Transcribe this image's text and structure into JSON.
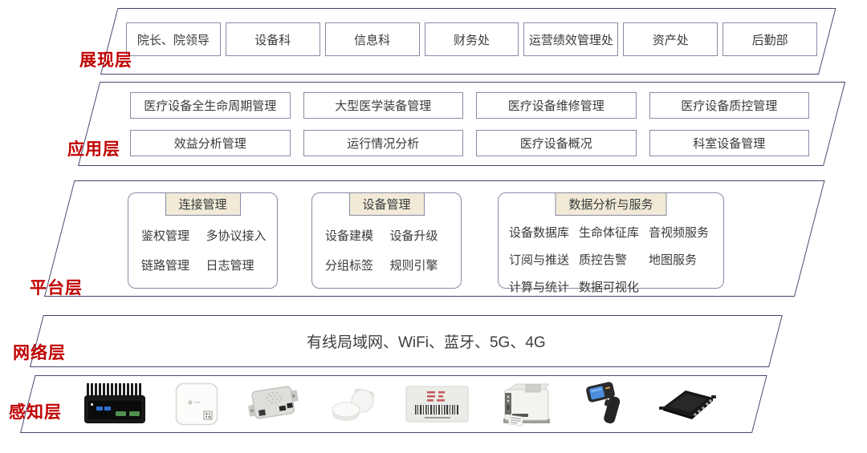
{
  "presentation": {
    "label": "展现层",
    "departments": [
      "院长、院领导",
      "设备科",
      "信息科",
      "财务处",
      "运营绩效管理处",
      "资产处",
      "后勤部"
    ]
  },
  "application": {
    "label": "应用层",
    "row1": [
      "医疗设备全生命周期管理",
      "大型医学装备管理",
      "医疗设备维修管理",
      "医疗设备质控管理"
    ],
    "row2": [
      "效益分析管理",
      "运行情况分析",
      "医疗设备概况",
      "科室设备管理"
    ]
  },
  "platform": {
    "label": "平台层",
    "groups": [
      {
        "title": "连接管理",
        "items": [
          "鉴权管理",
          "多协议接入",
          "链路管理",
          "日志管理"
        ]
      },
      {
        "title": "设备管理",
        "items": [
          "设备建模",
          "设备升级",
          "分组标签",
          "规则引擎"
        ]
      },
      {
        "title": "数据分析与服务",
        "items": [
          "设备数据库",
          "生命体征库",
          "音视频服务",
          "订阅与推送",
          "质控告警",
          "地图服务",
          "计算与统计",
          "数据可视化"
        ]
      }
    ]
  },
  "network": {
    "label": "网络层",
    "technologies": "有线局域网、WiFi、蓝牙、5G、4G"
  },
  "perception": {
    "label": "感知层",
    "devices": [
      "industrial-computer",
      "wireless-gateway",
      "rfid-reader-module",
      "round-rfid-tags",
      "barcode-label",
      "label-printer",
      "handheld-rfid-scanner",
      "fixed-rfid-reader"
    ]
  },
  "colors": {
    "layer_label": "#c00000",
    "band_border": "#45456f",
    "box_border": "#8a8aa6",
    "group_header_bg": "#f0ead7",
    "text": "#3a3a3a"
  }
}
